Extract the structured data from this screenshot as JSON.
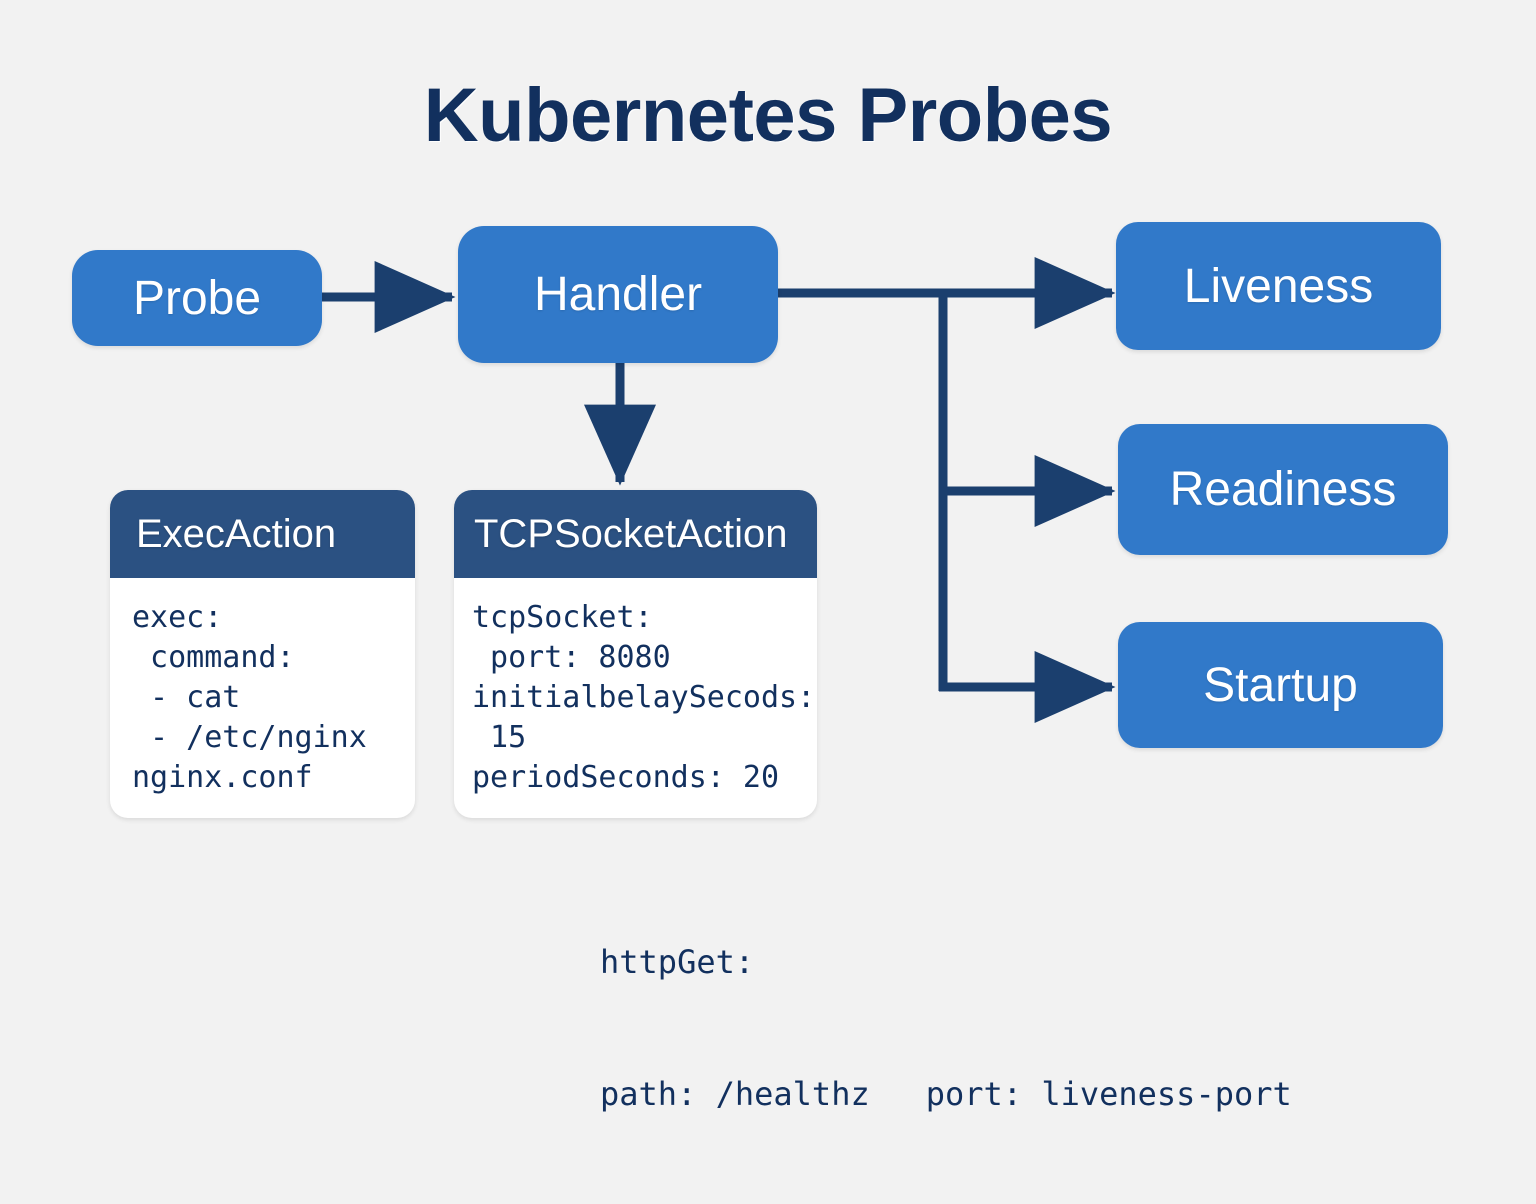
{
  "page": {
    "title": "Kubernetes Probes",
    "background_color": "#f2f2f2"
  },
  "colors": {
    "title_navy": "#12305e",
    "node_blue": "#3179c9",
    "card_header_navy": "#2b5182",
    "card_body_white": "#ffffff",
    "connector_navy": "#1b3f6e",
    "code_text": "#12305e"
  },
  "nodes": {
    "probe": "Probe",
    "handler": "Handler",
    "liveness": "Liveness",
    "readiness": "Readiness",
    "startup": "Startup"
  },
  "cards": [
    {
      "id": "exec-action",
      "header": "ExecAction",
      "code": "exec:\n command:\n - cat\n - /etc/nginx\nnginx.conf"
    },
    {
      "id": "tcp-socket-action",
      "header": "TCPSocketAction",
      "code": "tcpSocket:\n port: 8080\ninitialbelaySecods:\n 15\nperiodSeconds: 20"
    }
  ],
  "bottom_code": {
    "line1": "httpGet:",
    "line2_left": "path: /healthz",
    "line2_right": "port: liveness-port"
  },
  "connectors": [
    {
      "name": "probe-to-handler",
      "from": "probe",
      "to": "handler",
      "direction": "right"
    },
    {
      "name": "handler-to-tcpsocketaction",
      "from": "handler",
      "to": "tcp-socket-action",
      "direction": "down"
    },
    {
      "name": "handler-to-liveness",
      "from": "handler",
      "to": "liveness",
      "direction": "right"
    },
    {
      "name": "handler-to-readiness",
      "from": "handler",
      "to": "readiness",
      "direction": "right"
    },
    {
      "name": "handler-to-startup",
      "from": "handler",
      "to": "startup",
      "direction": "right"
    }
  ]
}
